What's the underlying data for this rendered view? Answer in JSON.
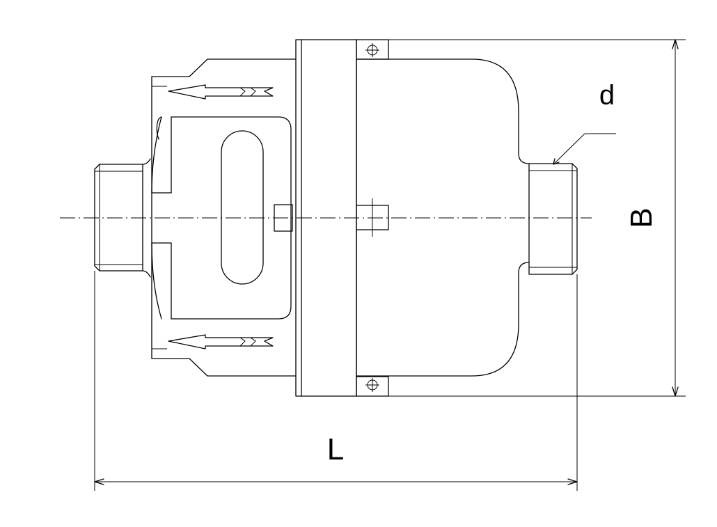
{
  "dimensions": {
    "length_label": "L",
    "height_label": "B",
    "thread_label": "d"
  }
}
